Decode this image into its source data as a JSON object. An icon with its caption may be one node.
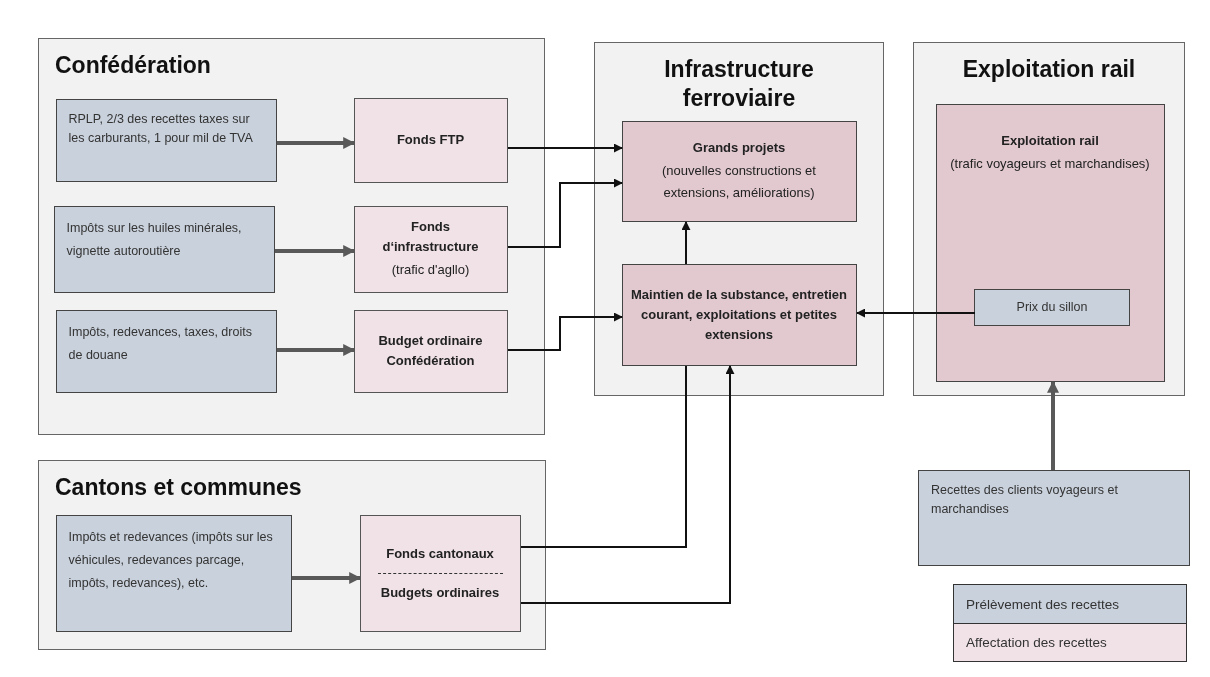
{
  "diagram": {
    "nodes": [
      {
        "text": [
          "Confédération"
        ]
      },
      {
        "text": [
          "RPLP, 2/3 des recettes taxes sur les carburants, 1 pour mil de TVA"
        ],
        "in": 0
      },
      {
        "text": [
          "Fonds FTP"
        ],
        "in": 0
      },
      {
        "text": [
          "Impôts sur les huiles minérales, vignette autoroutière"
        ],
        "in": 0
      },
      {
        "text": [
          "Fonds d‘infrastructure",
          "(trafic d'agllo)"
        ],
        "in": 0
      },
      {
        "text": [
          "Impôts, redevances, taxes, droits de douane"
        ],
        "in": 0
      },
      {
        "text": [
          "Budget ordinaire Confédération"
        ],
        "in": 0
      },
      {
        "text": [
          "Infrastructure ferroviaire"
        ]
      },
      {
        "text": [
          "Grands projets",
          "(nouvelles constructions et extensions, améliorations)"
        ],
        "in": 7
      },
      {
        "text": [
          "Maintien de la substance, entretien courant, exploitations et petites extensions"
        ],
        "in": 7
      },
      {
        "text": [
          "Exploitation rail"
        ]
      },
      {
        "text": [
          "Exploitation rail",
          "(trafic voyageurs et marchandises)"
        ],
        "in": 10
      },
      {
        "text": [
          "Prix du sillon"
        ],
        "in": 11
      },
      {
        "text": [
          "Cantons et communes"
        ]
      },
      {
        "text": [
          "Impôts et redevances (impôts sur les véhicules, redevances parcage, impôts, redevances), etc."
        ],
        "in": 13
      },
      {
        "text": [
          "Fonds cantonaux",
          "Budgets ordinaires"
        ],
        "in": 13
      },
      {
        "text": [
          "Recettes des clients voyageurs et marchandises"
        ]
      }
    ],
    "edges": [
      {
        "from": 1,
        "to": 2,
        "arrow": "to",
        "style": "thick",
        "color": "#595959"
      },
      {
        "from": 3,
        "to": 4,
        "arrow": "to",
        "style": "thick",
        "color": "#595959"
      },
      {
        "from": 5,
        "to": 6,
        "arrow": "to",
        "style": "thick",
        "color": "#595959"
      },
      {
        "from": 2,
        "to": 8,
        "arrow": "to"
      },
      {
        "from": 4,
        "to": 8,
        "arrow": "to"
      },
      {
        "from": 6,
        "to": 9,
        "arrow": "to"
      },
      {
        "from": 9,
        "to": 8,
        "arrow": "to"
      },
      {
        "from": 12,
        "to": 9,
        "arrow": "to"
      },
      {
        "from": 14,
        "to": 15,
        "arrow": "to",
        "style": "thick",
        "color": "#595959"
      },
      {
        "from": 15,
        "to": 9,
        "arrow": "none"
      },
      {
        "from": 15,
        "to": 9,
        "arrow": "to"
      },
      {
        "from": 16,
        "to": 11,
        "arrow": "to",
        "style": "thick",
        "color": "#595959"
      }
    ],
    "legend": [
      {
        "text": "Prélèvement des recettes",
        "color": "#c9d1dc"
      },
      {
        "text": "Affectation des recettes",
        "color": "#f0e2e6"
      }
    ]
  }
}
